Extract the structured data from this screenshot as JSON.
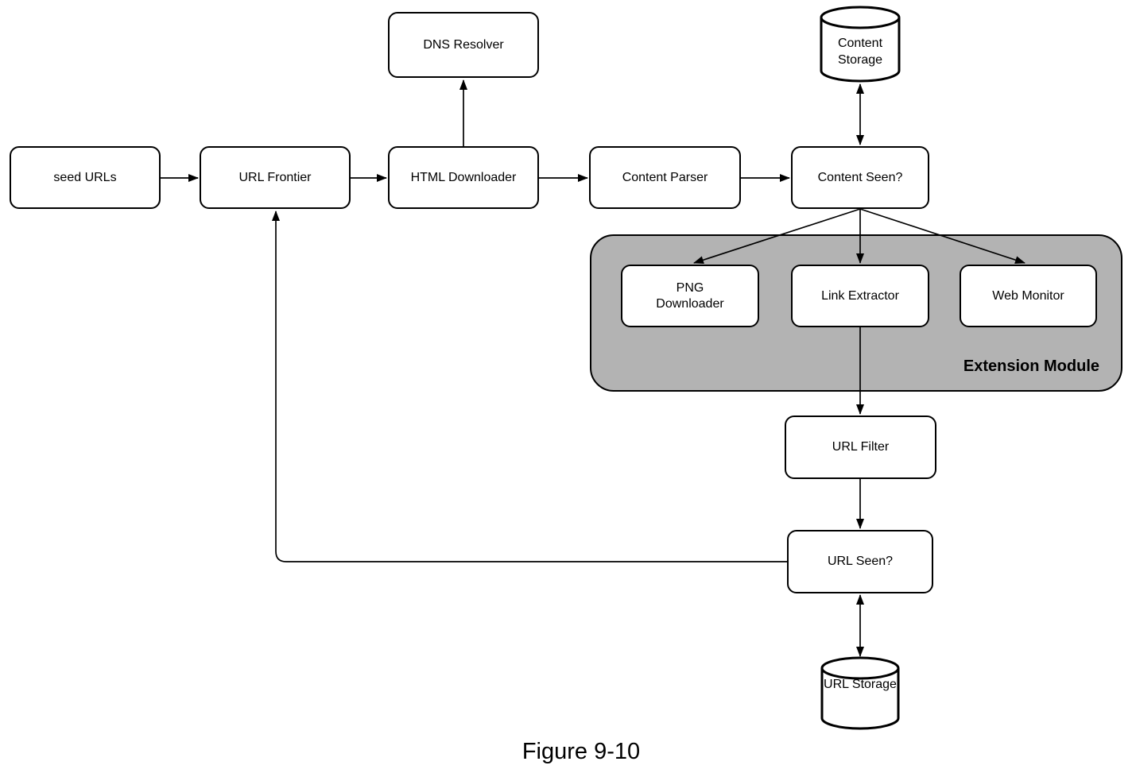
{
  "figure": {
    "caption": "Figure 9-10"
  },
  "colors": {
    "background": "#ffffff",
    "node_fill": "#ffffff",
    "node_border": "#000000",
    "extension_module_fill": "#b3b3b3",
    "text": "#000000"
  },
  "nodes": {
    "seed_urls": {
      "label": "seed URLs"
    },
    "url_frontier": {
      "label": "URL Frontier"
    },
    "dns_resolver": {
      "label": "DNS Resolver"
    },
    "html_downloader": {
      "label": "HTML Downloader"
    },
    "content_parser": {
      "label": "Content Parser"
    },
    "content_seen": {
      "label": "Content Seen?"
    },
    "content_storage": {
      "label": "Content Storage"
    },
    "png_downloader": {
      "label": "PNG Downloader"
    },
    "link_extractor": {
      "label": "Link Extractor"
    },
    "web_monitor": {
      "label": "Web Monitor"
    },
    "url_filter": {
      "label": "URL Filter"
    },
    "url_seen": {
      "label": "URL Seen?"
    },
    "url_storage": {
      "label": "URL Storage"
    }
  },
  "groups": {
    "extension_module": {
      "label": "Extension Module"
    }
  },
  "edges": [
    {
      "from": "seed_urls",
      "to": "url_frontier",
      "direction": "one-way"
    },
    {
      "from": "url_frontier",
      "to": "html_downloader",
      "direction": "one-way"
    },
    {
      "from": "html_downloader",
      "to": "dns_resolver",
      "direction": "one-way"
    },
    {
      "from": "html_downloader",
      "to": "content_parser",
      "direction": "one-way"
    },
    {
      "from": "content_parser",
      "to": "content_seen",
      "direction": "one-way"
    },
    {
      "from": "content_storage",
      "to": "content_seen",
      "direction": "two-way"
    },
    {
      "from": "content_seen",
      "to": "png_downloader",
      "direction": "one-way"
    },
    {
      "from": "content_seen",
      "to": "link_extractor",
      "direction": "one-way"
    },
    {
      "from": "content_seen",
      "to": "web_monitor",
      "direction": "one-way"
    },
    {
      "from": "link_extractor",
      "to": "url_filter",
      "direction": "one-way"
    },
    {
      "from": "url_filter",
      "to": "url_seen",
      "direction": "one-way"
    },
    {
      "from": "url_seen",
      "to": "url_storage",
      "direction": "two-way"
    },
    {
      "from": "url_seen",
      "to": "url_frontier",
      "direction": "one-way"
    }
  ]
}
